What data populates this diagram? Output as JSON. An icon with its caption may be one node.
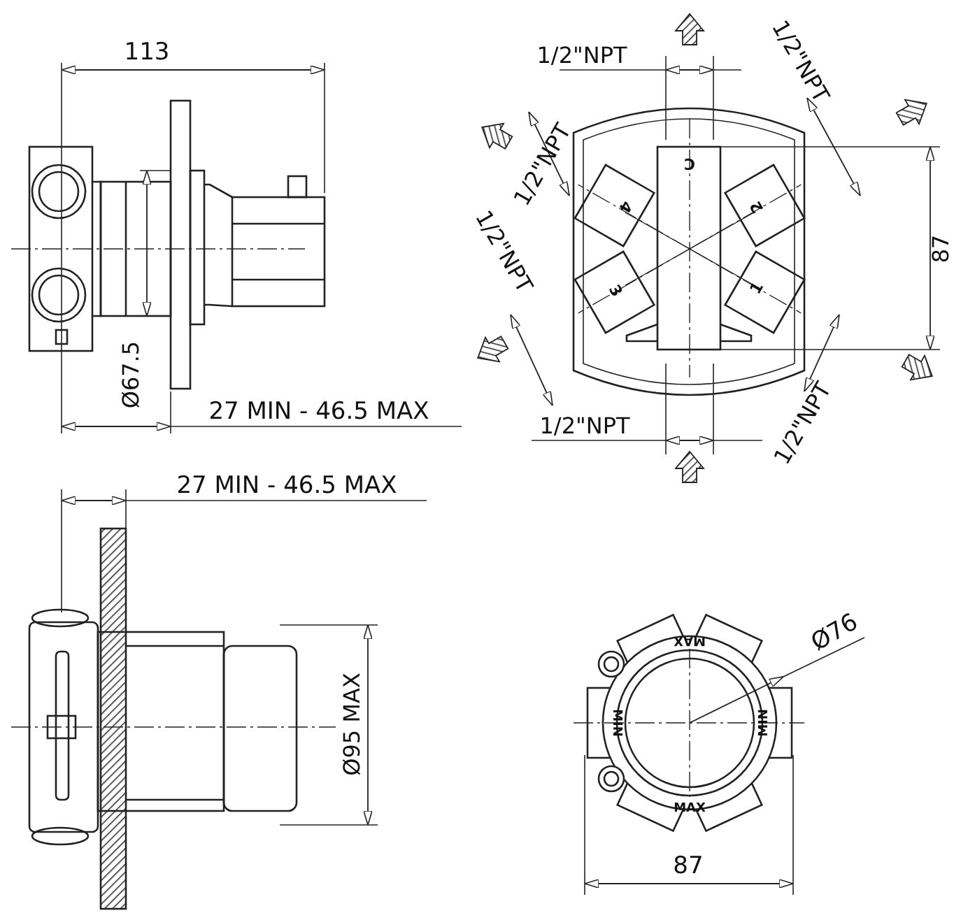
{
  "diagram": {
    "labels": [
      "113",
      "1/2\"NPT",
      "1/2\"NPT",
      "1/2\"NPT",
      "1/2\"NPT",
      "C",
      "4",
      "2",
      "87",
      "3",
      "1",
      "Ø67.5",
      "27 MIN - 46.5 MAX",
      "1/2\"NPT",
      "1/2\"NPT",
      "27 MIN - 46.5 MAX",
      "MAX",
      "Ø95 MAX",
      "Ø76",
      "MIN",
      "MIN",
      "MAX",
      "87"
    ]
  }
}
